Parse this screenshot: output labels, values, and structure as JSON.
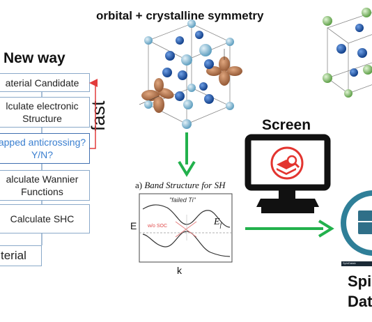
{
  "header": {
    "orbital_title": "orbital + crystalline symmetry"
  },
  "new_way": {
    "title": "New way",
    "steps": [
      "aterial Candidate",
      "lculate electronic\nStructure",
      "apped anticrossing?\nY/N?",
      "alculate Wannier\nFunctions",
      "Calculate SHC"
    ],
    "output": "terial"
  },
  "fast_label": "fast",
  "band_panel": {
    "title_prefix": "a)",
    "title_italic": "Band Structure for SH",
    "subtitle": "\"failed Ti\"",
    "ylabel": "E",
    "xlabel": "k",
    "fermi_label": "E",
    "fermi_sub": "f",
    "soc_label": "w/o SOC"
  },
  "screen": {
    "title": "Screen"
  },
  "database": {
    "label_line1": "Spi",
    "label_line2": "Dat",
    "caption": "SpinDatab"
  },
  "colors": {
    "flow_border": "#8aa9c9",
    "feedback_arrow": "#e23b3b",
    "green_arrow": "#22b14c",
    "orbital_lobe": "#b0714a",
    "atom_dark": "#1a56a8",
    "atom_light": "#86bdd9",
    "atom_green": "#86c46a",
    "monitor": "#111111",
    "database_ring": "#2f7f98"
  }
}
